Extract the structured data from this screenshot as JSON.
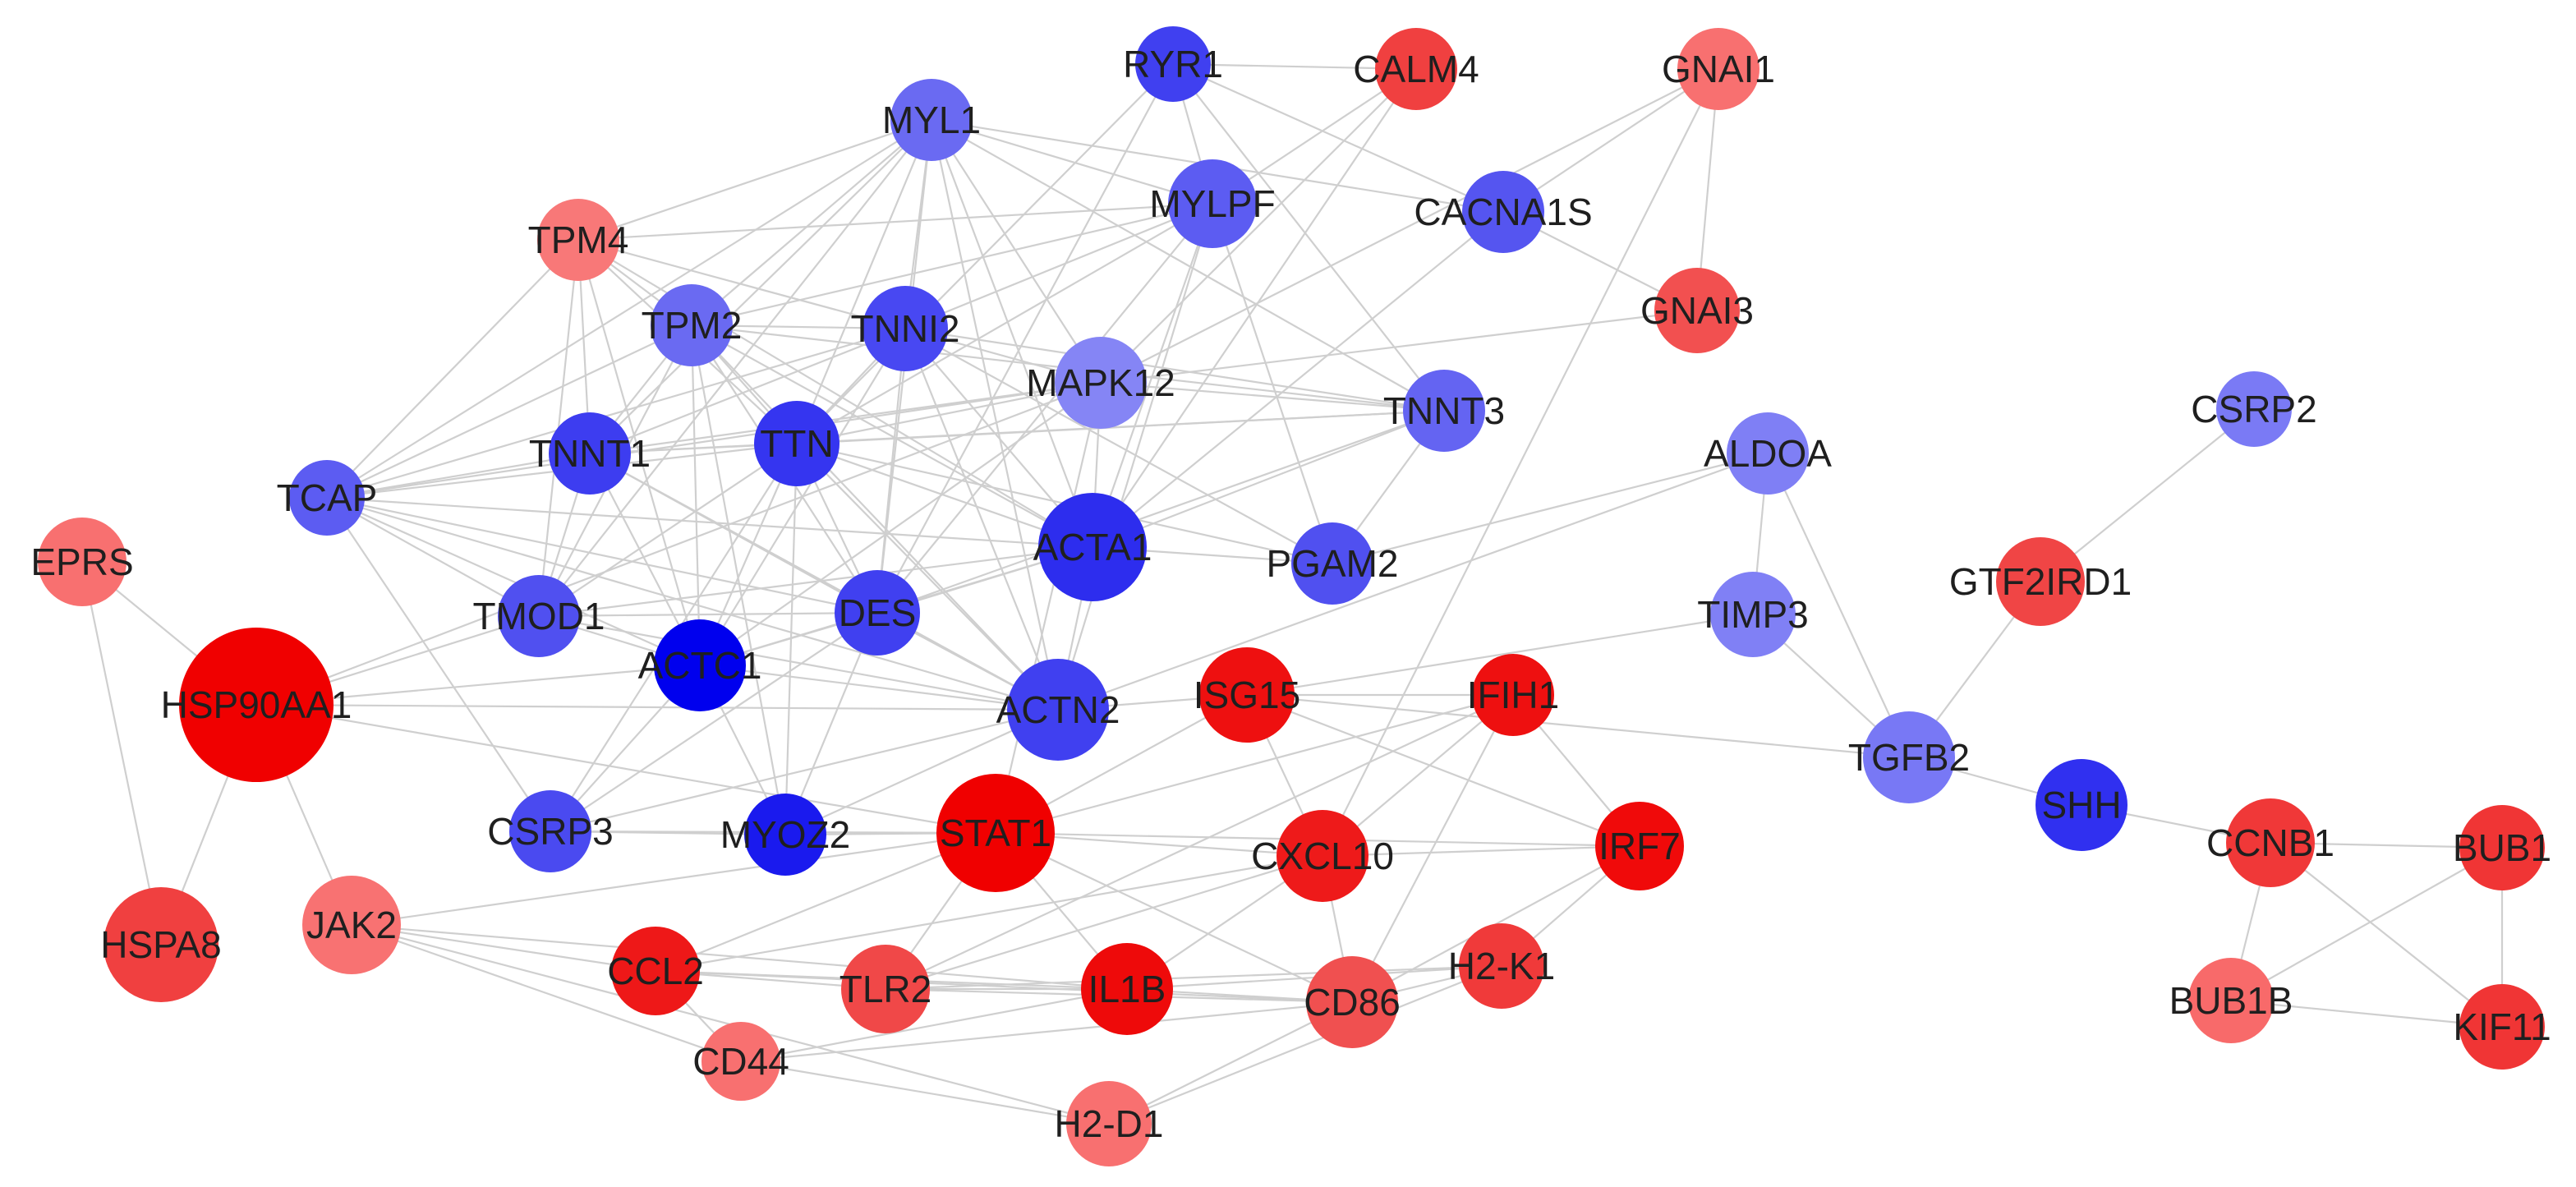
{
  "network": {
    "nodes": [
      {
        "id": "RYR1",
        "color": "#4040f0"
      },
      {
        "id": "CALM4",
        "color": "#f04040"
      },
      {
        "id": "GNAI1",
        "color": "#f87070"
      },
      {
        "id": "MYL1",
        "color": "#6a6af2"
      },
      {
        "id": "MYLPF",
        "color": "#5c5cf2"
      },
      {
        "id": "CACNA1S",
        "color": "#5555f0"
      },
      {
        "id": "TPM4",
        "color": "#f87878"
      },
      {
        "id": "TPM2",
        "color": "#6a6af2"
      },
      {
        "id": "TNNI2",
        "color": "#4848f2"
      },
      {
        "id": "MAPK12",
        "color": "#8585f5"
      },
      {
        "id": "GNAI3",
        "color": "#f25050"
      },
      {
        "id": "TNNT3",
        "color": "#6464f2"
      },
      {
        "id": "CSRP2",
        "color": "#7a7af5"
      },
      {
        "id": "TNNT1",
        "color": "#3d3df0"
      },
      {
        "id": "TTN",
        "color": "#3535f0"
      },
      {
        "id": "ALDOA",
        "color": "#7f7ff5"
      },
      {
        "id": "TCAP",
        "color": "#5c5cf2"
      },
      {
        "id": "ACTA1",
        "color": "#2d2dee"
      },
      {
        "id": "PGAM2",
        "color": "#5050f0"
      },
      {
        "id": "EPRS",
        "color": "#f87070"
      },
      {
        "id": "GTF2IRD1",
        "color": "#f04545"
      },
      {
        "id": "TMOD1",
        "color": "#5050f0"
      },
      {
        "id": "DES",
        "color": "#4040f0"
      },
      {
        "id": "TIMP3",
        "color": "#8080f5"
      },
      {
        "id": "ACTC1",
        "color": "#0000ee"
      },
      {
        "id": "HSP90AA1",
        "color": "#f00000"
      },
      {
        "id": "ACTN2",
        "color": "#4040f0"
      },
      {
        "id": "ISG15",
        "color": "#ee1010"
      },
      {
        "id": "IFIH1",
        "color": "#ee1010"
      },
      {
        "id": "TGFB2",
        "color": "#7878f5"
      },
      {
        "id": "SHH",
        "color": "#3030f0"
      },
      {
        "id": "CSRP3",
        "color": "#4a4af0"
      },
      {
        "id": "MYOZ2",
        "color": "#1a1aee"
      },
      {
        "id": "STAT1",
        "color": "#f00000"
      },
      {
        "id": "CXCL10",
        "color": "#ee1a1a"
      },
      {
        "id": "IRF7",
        "color": "#f00a0a"
      },
      {
        "id": "CCNB1",
        "color": "#f03838"
      },
      {
        "id": "BUB1",
        "color": "#f03535"
      },
      {
        "id": "HSPA8",
        "color": "#f04040"
      },
      {
        "id": "JAK2",
        "color": "#f87272"
      },
      {
        "id": "CCL2",
        "color": "#ee1818"
      },
      {
        "id": "TLR2",
        "color": "#f04848"
      },
      {
        "id": "IL1B",
        "color": "#ee0a0a"
      },
      {
        "id": "CD86",
        "color": "#f05050"
      },
      {
        "id": "H2-K1",
        "color": "#f03a3a"
      },
      {
        "id": "BUB1B",
        "color": "#f86a6a"
      },
      {
        "id": "KIF11",
        "color": "#f03535"
      },
      {
        "id": "CD44",
        "color": "#f87070"
      },
      {
        "id": "H2-D1",
        "color": "#f87070"
      }
    ],
    "edges": [
      [
        "RYR1",
        "CALM4"
      ],
      [
        "RYR1",
        "CACNA1S"
      ],
      [
        "RYR1",
        "MYLPF"
      ],
      [
        "RYR1",
        "TNNT3"
      ],
      [
        "RYR1",
        "TTN"
      ],
      [
        "RYR1",
        "DES"
      ],
      [
        "CALM4",
        "MYLPF"
      ],
      [
        "CALM4",
        "ACTA1"
      ],
      [
        "CALM4",
        "MAPK12"
      ],
      [
        "GNAI1",
        "CACNA1S"
      ],
      [
        "GNAI1",
        "GNAI3"
      ],
      [
        "GNAI1",
        "CXCL10"
      ],
      [
        "GNAI1",
        "MAPK12"
      ],
      [
        "CACNA1S",
        "GNAI3"
      ],
      [
        "CACNA1S",
        "MYL1"
      ],
      [
        "CACNA1S",
        "ACTA1"
      ],
      [
        "MYL1",
        "TPM4"
      ],
      [
        "MYL1",
        "TPM2"
      ],
      [
        "MYL1",
        "TNNI2"
      ],
      [
        "MYL1",
        "TNNT1"
      ],
      [
        "MYL1",
        "TTN"
      ],
      [
        "MYL1",
        "TCAP"
      ],
      [
        "MYL1",
        "ACTA1"
      ],
      [
        "MYL1",
        "DES"
      ],
      [
        "MYL1",
        "TNNT3"
      ],
      [
        "MYL1",
        "MAPK12"
      ],
      [
        "MYL1",
        "ACTN2"
      ],
      [
        "MYL1",
        "TMOD1"
      ],
      [
        "MYL1",
        "MYLPF"
      ],
      [
        "MYLPF",
        "TPM4"
      ],
      [
        "MYLPF",
        "TNNI2"
      ],
      [
        "MYLPF",
        "TTN"
      ],
      [
        "MYLPF",
        "ACTA1"
      ],
      [
        "MYLPF",
        "PGAM2"
      ],
      [
        "MYLPF",
        "DES"
      ],
      [
        "MYLPF",
        "TPM2"
      ],
      [
        "MYLPF",
        "ACTN2"
      ],
      [
        "TPM4",
        "TPM2"
      ],
      [
        "TPM4",
        "TNNT1"
      ],
      [
        "TPM4",
        "TCAP"
      ],
      [
        "TPM4",
        "TTN"
      ],
      [
        "TPM4",
        "ACTC1"
      ],
      [
        "TPM4",
        "TMOD1"
      ],
      [
        "TPM4",
        "TNNI2"
      ],
      [
        "TPM4",
        "ACTA1"
      ],
      [
        "TPM2",
        "TNNI2"
      ],
      [
        "TPM2",
        "TNNT1"
      ],
      [
        "TPM2",
        "TTN"
      ],
      [
        "TPM2",
        "ACTA1"
      ],
      [
        "TPM2",
        "DES"
      ],
      [
        "TPM2",
        "ACTC1"
      ],
      [
        "TPM2",
        "TMOD1"
      ],
      [
        "TPM2",
        "TCAP"
      ],
      [
        "TPM2",
        "ACTN2"
      ],
      [
        "TPM2",
        "MYOZ2"
      ],
      [
        "TPM2",
        "TNNT3"
      ],
      [
        "TNNI2",
        "TNNT3"
      ],
      [
        "TNNI2",
        "TNNT1"
      ],
      [
        "TNNI2",
        "TTN"
      ],
      [
        "TNNI2",
        "ACTA1"
      ],
      [
        "TNNI2",
        "ACTC1"
      ],
      [
        "TNNI2",
        "TCAP"
      ],
      [
        "TNNI2",
        "DES"
      ],
      [
        "TNNI2",
        "ACTN2"
      ],
      [
        "TNNI2",
        "PGAM2"
      ],
      [
        "TNNI2",
        "MAPK12"
      ],
      [
        "MAPK12",
        "GNAI3"
      ],
      [
        "MAPK12",
        "TNNT3"
      ],
      [
        "MAPK12",
        "TNNT1"
      ],
      [
        "MAPK12",
        "TTN"
      ],
      [
        "MAPK12",
        "ACTA1"
      ],
      [
        "MAPK12",
        "TCAP"
      ],
      [
        "MAPK12",
        "HSP90AA1"
      ],
      [
        "MAPK12",
        "STAT1"
      ],
      [
        "MAPK12",
        "ACTC1"
      ],
      [
        "TNNT3",
        "TTN"
      ],
      [
        "TNNT3",
        "ACTA1"
      ],
      [
        "TNNT3",
        "PGAM2"
      ],
      [
        "TNNT3",
        "TNNT1"
      ],
      [
        "TNNT3",
        "DES"
      ],
      [
        "TNNT1",
        "TTN"
      ],
      [
        "TNNT1",
        "TCAP"
      ],
      [
        "TNNT1",
        "ACTC1"
      ],
      [
        "TNNT1",
        "TMOD1"
      ],
      [
        "TNNT1",
        "DES"
      ],
      [
        "TNNT1",
        "ACTN2"
      ],
      [
        "TTN",
        "TCAP"
      ],
      [
        "TTN",
        "ACTA1"
      ],
      [
        "TTN",
        "DES"
      ],
      [
        "TTN",
        "ACTN2"
      ],
      [
        "TTN",
        "ACTC1"
      ],
      [
        "TTN",
        "TMOD1"
      ],
      [
        "TTN",
        "CSRP3"
      ],
      [
        "TTN",
        "MYOZ2"
      ],
      [
        "TTN",
        "PGAM2"
      ],
      [
        "TCAP",
        "ACTN2"
      ],
      [
        "TCAP",
        "DES"
      ],
      [
        "TCAP",
        "TMOD1"
      ],
      [
        "TCAP",
        "CSRP3"
      ],
      [
        "TCAP",
        "ACTC1"
      ],
      [
        "TCAP",
        "ACTA1"
      ],
      [
        "ACTA1",
        "DES"
      ],
      [
        "ACTA1",
        "ACTN2"
      ],
      [
        "ACTA1",
        "PGAM2"
      ],
      [
        "ACTA1",
        "ACTC1"
      ],
      [
        "ACTA1",
        "TMOD1"
      ],
      [
        "ALDOA",
        "TIMP3"
      ],
      [
        "ALDOA",
        "TGFB2"
      ],
      [
        "ALDOA",
        "ACTN2"
      ],
      [
        "ALDOA",
        "PGAM2"
      ],
      [
        "CSRP2",
        "GTF2IRD1"
      ],
      [
        "GTF2IRD1",
        "TGFB2"
      ],
      [
        "EPRS",
        "HSP90AA1"
      ],
      [
        "EPRS",
        "HSPA8"
      ],
      [
        "TMOD1",
        "DES"
      ],
      [
        "TMOD1",
        "ACTC1"
      ],
      [
        "TMOD1",
        "HSP90AA1"
      ],
      [
        "TMOD1",
        "ACTN2"
      ],
      [
        "DES",
        "ACTC1"
      ],
      [
        "DES",
        "ACTN2"
      ],
      [
        "DES",
        "CSRP3"
      ],
      [
        "DES",
        "MYOZ2"
      ],
      [
        "TIMP3",
        "ISG15"
      ],
      [
        "TIMP3",
        "TGFB2"
      ],
      [
        "ACTC1",
        "ACTN2"
      ],
      [
        "ACTC1",
        "CSRP3"
      ],
      [
        "ACTC1",
        "MYOZ2"
      ],
      [
        "ACTC1",
        "HSP90AA1"
      ],
      [
        "HSP90AA1",
        "HSPA8"
      ],
      [
        "HSP90AA1",
        "JAK2"
      ],
      [
        "HSP90AA1",
        "ACTN2"
      ],
      [
        "HSP90AA1",
        "STAT1"
      ],
      [
        "ACTN2",
        "MYOZ2"
      ],
      [
        "ACTN2",
        "CSRP3"
      ],
      [
        "ACTN2",
        "ISG15"
      ],
      [
        "ISG15",
        "IFIH1"
      ],
      [
        "ISG15",
        "IRF7"
      ],
      [
        "ISG15",
        "STAT1"
      ],
      [
        "ISG15",
        "CXCL10"
      ],
      [
        "ISG15",
        "TGFB2"
      ],
      [
        "IFIH1",
        "IRF7"
      ],
      [
        "IFIH1",
        "CXCL10"
      ],
      [
        "IFIH1",
        "TLR2"
      ],
      [
        "IFIH1",
        "STAT1"
      ],
      [
        "IFIH1",
        "CD86"
      ],
      [
        "TGFB2",
        "SHH"
      ],
      [
        "SHH",
        "CCNB1"
      ],
      [
        "CSRP3",
        "MYOZ2"
      ],
      [
        "CSRP3",
        "STAT1"
      ],
      [
        "MYOZ2",
        "STAT1"
      ],
      [
        "STAT1",
        "IRF7"
      ],
      [
        "STAT1",
        "CXCL10"
      ],
      [
        "STAT1",
        "IL1B"
      ],
      [
        "STAT1",
        "JAK2"
      ],
      [
        "STAT1",
        "CCL2"
      ],
      [
        "STAT1",
        "TLR2"
      ],
      [
        "STAT1",
        "CD86"
      ],
      [
        "CXCL10",
        "IRF7"
      ],
      [
        "CXCL10",
        "CCL2"
      ],
      [
        "CXCL10",
        "IL1B"
      ],
      [
        "CXCL10",
        "TLR2"
      ],
      [
        "CXCL10",
        "CD86"
      ],
      [
        "IRF7",
        "H2-K1"
      ],
      [
        "IRF7",
        "CD86"
      ],
      [
        "CCNB1",
        "BUB1"
      ],
      [
        "CCNB1",
        "BUB1B"
      ],
      [
        "CCNB1",
        "KIF11"
      ],
      [
        "BUB1",
        "BUB1B"
      ],
      [
        "BUB1",
        "KIF11"
      ],
      [
        "BUB1B",
        "KIF11"
      ],
      [
        "JAK2",
        "CCL2"
      ],
      [
        "JAK2",
        "CD44"
      ],
      [
        "JAK2",
        "IL1B"
      ],
      [
        "JAK2",
        "H2-D1"
      ],
      [
        "CCL2",
        "TLR2"
      ],
      [
        "CCL2",
        "IL1B"
      ],
      [
        "CCL2",
        "CD86"
      ],
      [
        "CCL2",
        "CD44"
      ],
      [
        "TLR2",
        "IL1B"
      ],
      [
        "TLR2",
        "CD86"
      ],
      [
        "TLR2",
        "H2-K1"
      ],
      [
        "IL1B",
        "CD86"
      ],
      [
        "IL1B",
        "CD44"
      ],
      [
        "IL1B",
        "H2-K1"
      ],
      [
        "CD86",
        "H2-K1"
      ],
      [
        "CD86",
        "H2-D1"
      ],
      [
        "CD86",
        "CD44"
      ],
      [
        "H2-K1",
        "H2-D1"
      ],
      [
        "CD44",
        "H2-D1"
      ]
    ]
  }
}
